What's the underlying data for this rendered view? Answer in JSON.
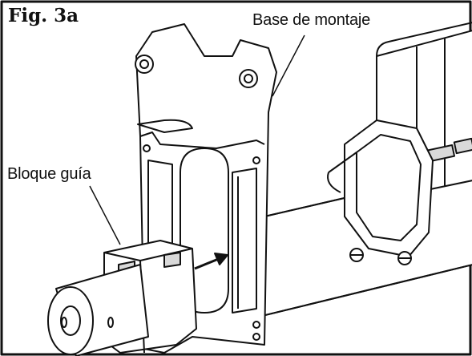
{
  "figure": {
    "label": "Fig. 3a"
  },
  "callouts": {
    "mounting_base": "Base de montaje",
    "guide_block": "Bloque guía"
  },
  "colors": {
    "line": "#111111",
    "fill": "#ffffff",
    "shade": "#d9d9d9"
  }
}
